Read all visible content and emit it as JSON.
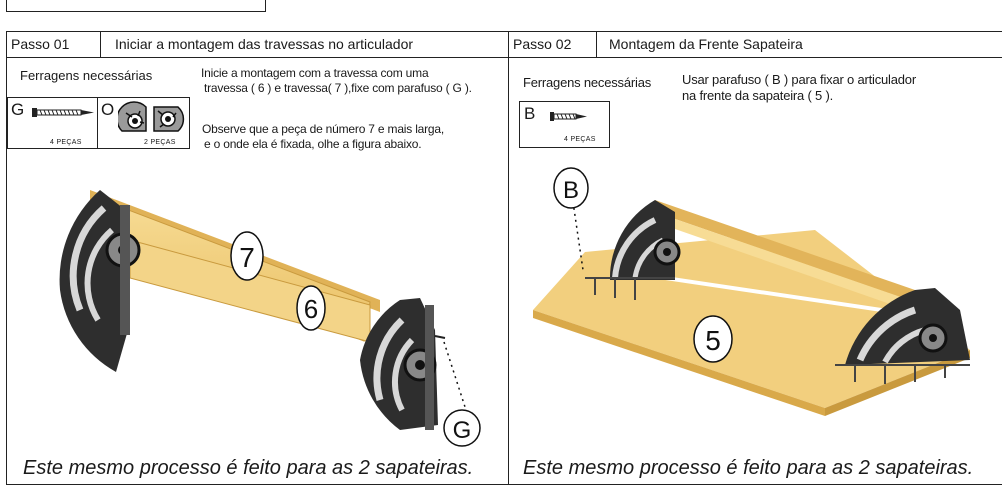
{
  "step1": {
    "number": "Passo 01",
    "title": "Iniciar a montagem das travessas no articulador",
    "hardware_label": "Ferragens necessárias",
    "hardware": [
      {
        "letter": "G",
        "icon": "screw-icon",
        "qty": "4 PEÇAS"
      },
      {
        "letter": "O",
        "icon": "hinge-articulator-icon",
        "qty": "2 PEÇAS"
      }
    ],
    "instructions": [
      "Inicie a montagem com a travessa com  uma",
      "travessa ( 6 ) e travessa( 7 ),fixe com parafuso ( G )."
    ],
    "note": [
      "Observe que a peça  de número 7 e mais larga,",
      "e o onde ela é fixada, olhe a figura abaixo."
    ],
    "callouts": [
      "7",
      "6",
      "G"
    ],
    "caption": "Este mesmo processo é feito para as 2 sapateiras."
  },
  "step2": {
    "number": "Passo 02",
    "title": "Montagem da Frente Sapateira",
    "hardware_label": "Ferragens necessárias",
    "hardware": [
      {
        "letter": "B",
        "icon": "screw-icon",
        "qty": "4 PEÇAS"
      }
    ],
    "instructions": [
      "Usar parafuso ( B ) para fixar o articulador",
      "na frente da sapateira ( 5 )."
    ],
    "callouts": [
      "B",
      "5"
    ],
    "caption": "Este mesmo processo é feito para as 2 sapateiras."
  },
  "colors": {
    "wood": "#f2cf7e",
    "wood_edge": "#d9a94a",
    "metal_dark": "#2a2a2a",
    "metal_light": "#bfbfbf"
  }
}
